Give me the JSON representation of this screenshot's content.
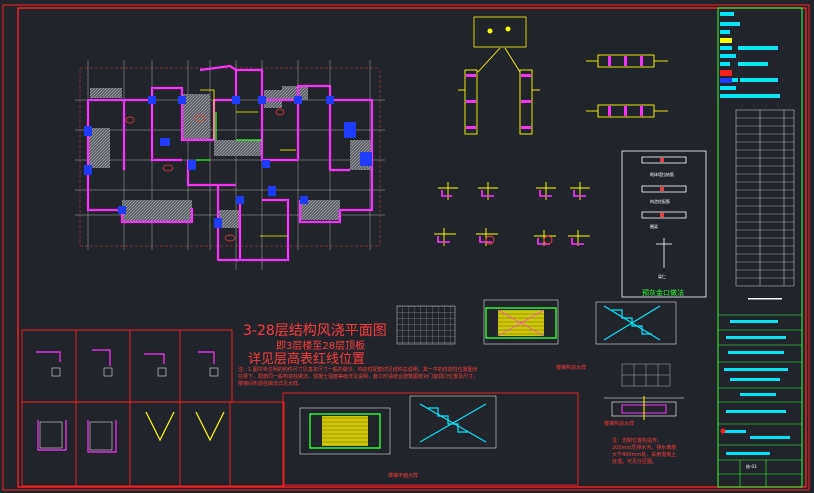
{
  "drawing": {
    "main_title": "3-28层结构风浇平面图",
    "subtitle": "即3层楼至28层顶板",
    "subtitle2": "详见层高表红线位置",
    "note_text": "注：1.图中未注明的构件尺寸见基本尺寸一般的做法，构造柱配筋详见结构总说明，其一平的仿造柱位置图示在梁下，配筋同一般构造柱做法。混凝土强度等级详见说明，施工时请结合建筑图核对门窗洞口位置及尺寸，楼梯间构造柱做法详见大样。",
    "note2_text": "注：仿制位置构造作。200mm厚排水沟。排水坡度大于400mm处，采用混凝土处理，可见分区图。",
    "detail_caption_left": "楼梯构造大样",
    "detail_caption_mid": "楼梯平面大样",
    "detail_caption_right": "楼梯构造大样",
    "legend_title": "预灰金口做法",
    "legend_items": [
      "砌体墙拉结筋",
      "构造柱配筋",
      "圈梁",
      "梁仁"
    ],
    "titleblock_text": "结-03"
  },
  "colors": {
    "background": "#21252b",
    "frame": "#ff2020",
    "wall": "#ff33ff",
    "column": "#1e3cff",
    "hatch": "#9aa0a6",
    "axis": "#ff4444",
    "steel": "#ffff00",
    "text": "#ff3b3b",
    "accent_green": "#33ff33",
    "cyan": "#00e5ff"
  }
}
